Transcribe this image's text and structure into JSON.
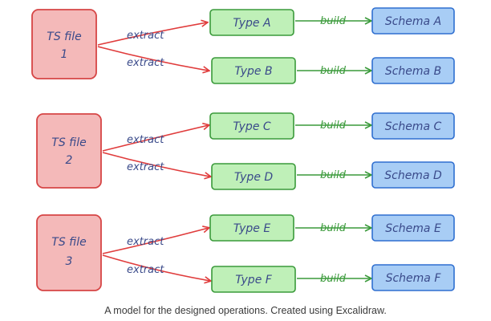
{
  "colors": {
    "ts_fill": "#f4b9b9",
    "ts_stroke": "#d64545",
    "type_fill": "#bff0b8",
    "type_stroke": "#3a9a3a",
    "schema_fill": "#a8cdf5",
    "schema_stroke": "#2f6fd0",
    "extract_arrow": "#e03c3c",
    "build_arrow": "#3a9a3a",
    "text": "#3a4a8a"
  },
  "groups": [
    {
      "ts": {
        "line1": "TS file",
        "line2": "1"
      },
      "rows": [
        {
          "type": "Type A",
          "schema": "Schema A"
        },
        {
          "type": "Type B",
          "schema": "Schema B"
        }
      ]
    },
    {
      "ts": {
        "line1": "TS file",
        "line2": "2"
      },
      "rows": [
        {
          "type": "Type C",
          "schema": "Schema C"
        },
        {
          "type": "Type D",
          "schema": "Schema D"
        }
      ]
    },
    {
      "ts": {
        "line1": "TS file",
        "line2": "3"
      },
      "rows": [
        {
          "type": "Type E",
          "schema": "Schema E"
        },
        {
          "type": "Type F",
          "schema": "Schema F"
        }
      ]
    }
  ],
  "edge_labels": {
    "extract": "extract",
    "build": "build"
  },
  "caption": "A model for the designed operations. Created using Excalidraw."
}
